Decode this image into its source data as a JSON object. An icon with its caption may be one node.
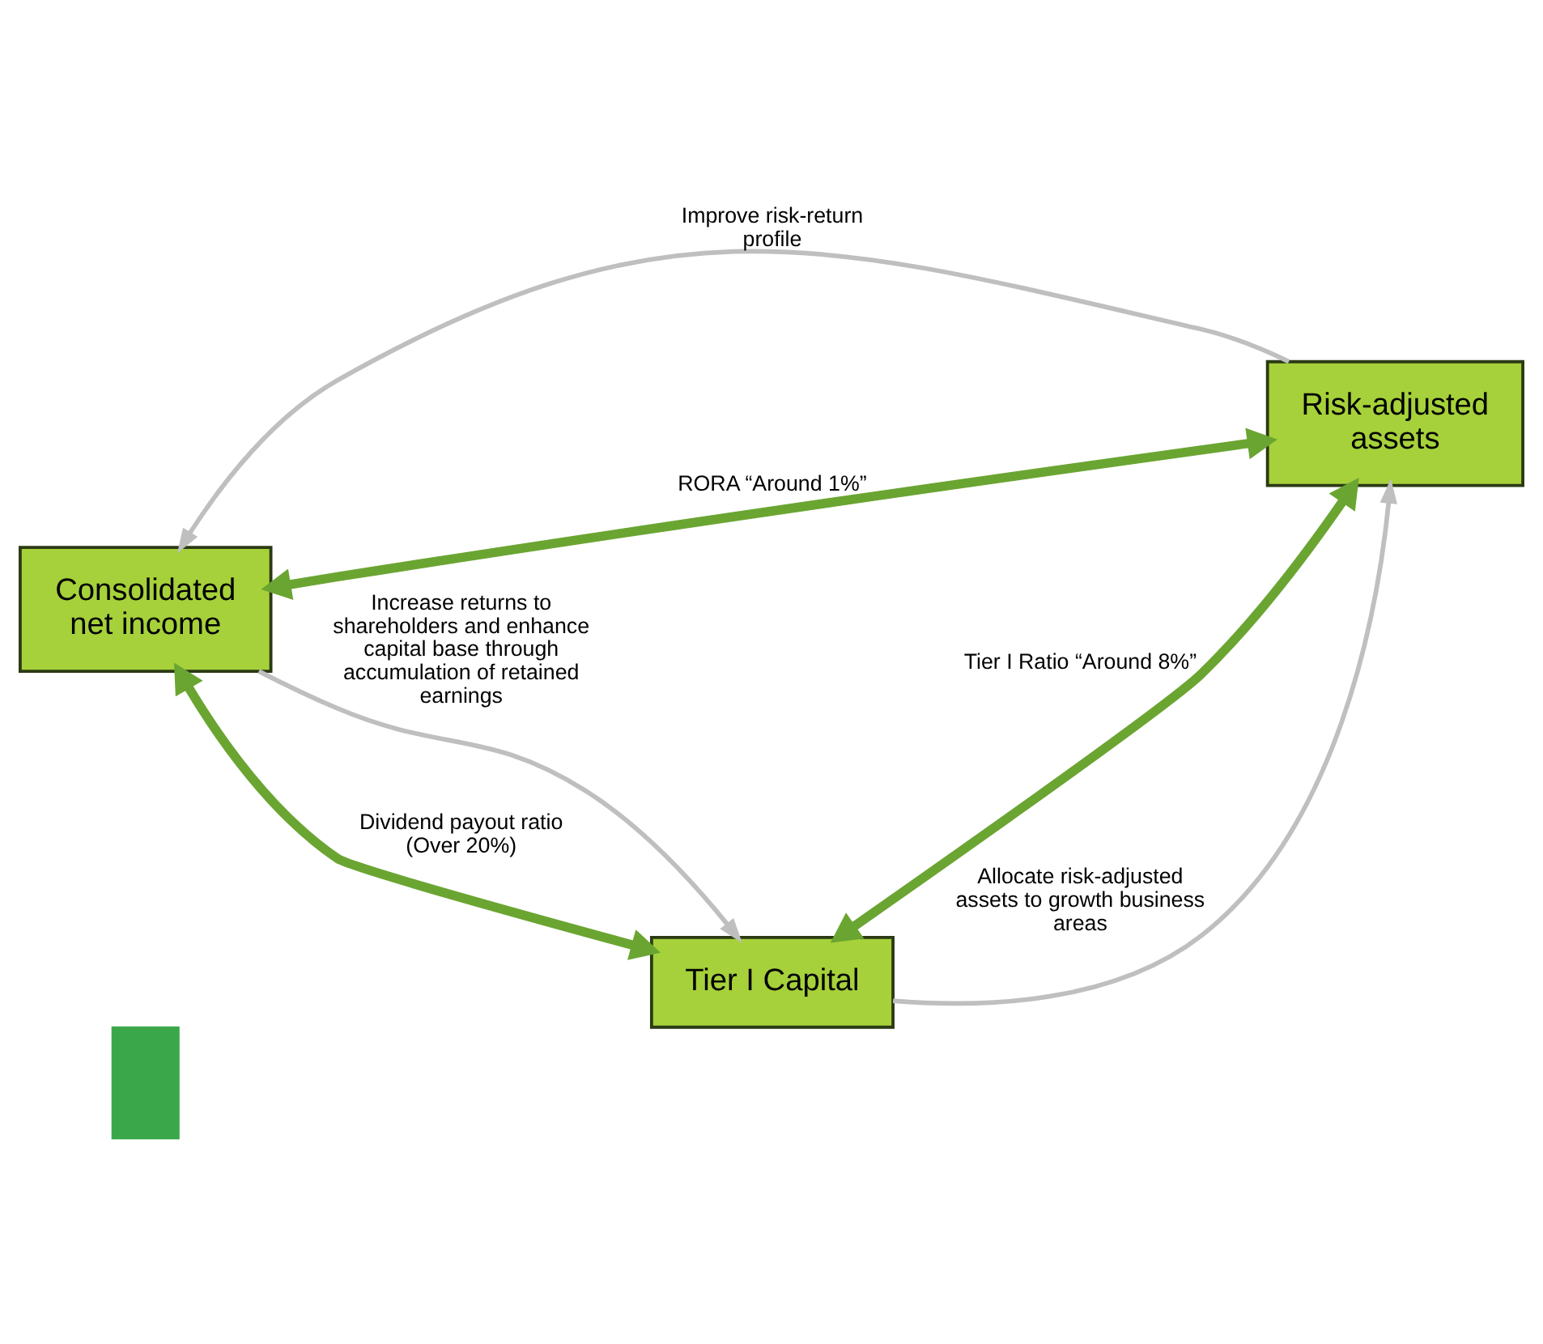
{
  "diagram": {
    "nodes": [
      {
        "text": [
          "Consolidated net income"
        ]
      },
      {
        "text": [
          "Tier I Capital"
        ]
      },
      {
        "text": [
          "Risk-adjusted assets"
        ]
      },
      {
        "text": [],
        "shape": "box"
      }
    ],
    "edges": [
      {
        "from": 0,
        "to": 1,
        "arrow": "to",
        "label": "Increase returns to shareholders and enhance capital base through accumulation of retained earnings",
        "color": "#bfbfbf"
      },
      {
        "from": 0,
        "to": 1,
        "arrow": "both",
        "label": "Dividend payout ratio (Over 20%)",
        "style": "thick",
        "color": "#6aa532"
      },
      {
        "from": 0,
        "to": 2,
        "arrow": "both",
        "label": "RORA “Around 1%”",
        "style": "thick",
        "color": "#6aa532"
      },
      {
        "from": 2,
        "to": 0,
        "arrow": "to",
        "label": "Improve risk-return profile",
        "color": "#bfbfbf"
      },
      {
        "from": 1,
        "to": 2,
        "arrow": "both",
        "label": "Tier I Ratio “Around 8%”",
        "style": "thick",
        "color": "#6aa532"
      },
      {
        "from": 1,
        "to": 2,
        "arrow": "to",
        "label": "Allocate risk-adjusted assets to growth business areas",
        "color": "#bfbfbf"
      }
    ]
  }
}
